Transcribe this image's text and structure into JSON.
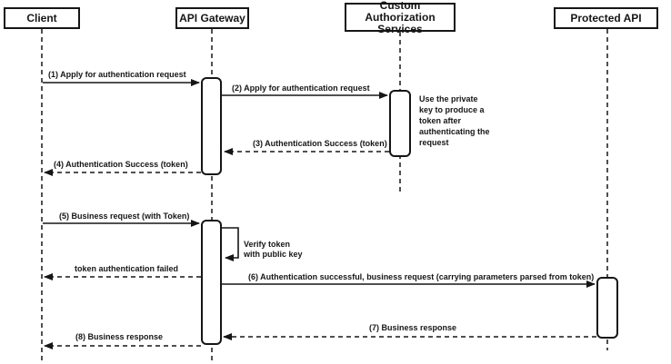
{
  "diagram_type": "sequence-diagram",
  "colors": {
    "stroke": "#161616",
    "background": "#ffffff"
  },
  "participants": [
    {
      "id": "client",
      "label": "Client"
    },
    {
      "id": "api-gateway",
      "label": "API Gateway"
    },
    {
      "id": "custom-auth",
      "label": "Custom Authorization Services"
    },
    {
      "id": "protected-api",
      "label": "Protected API"
    }
  ],
  "messages": [
    {
      "label": "(1) Apply for authentication request",
      "from": "Client",
      "to": "API Gateway",
      "style": "solid"
    },
    {
      "label": "(2) Apply for authentication request",
      "from": "API Gateway",
      "to": "Custom Authorization Services",
      "style": "solid"
    },
    {
      "label": "(3) Authentication Success (token)",
      "from": "Custom Authorization Services",
      "to": "API Gateway",
      "style": "dashed"
    },
    {
      "label": "(4) Authentication Success (token)",
      "from": "API Gateway",
      "to": "Client",
      "style": "dashed"
    },
    {
      "label": "(5) Business request (with Token)",
      "from": "Client",
      "to": "API Gateway",
      "style": "solid"
    },
    {
      "label": "Verify token\nwith public key",
      "from": "API Gateway",
      "to": "API Gateway",
      "style": "self"
    },
    {
      "label": "token authentication failed",
      "from": "API Gateway",
      "to": "Client",
      "style": "dashed"
    },
    {
      "label": "(6) Authentication successful, business request (carrying parameters parsed from token)",
      "from": "API Gateway",
      "to": "Protected API",
      "style": "solid"
    },
    {
      "label": "(7) Business response",
      "from": "Protected API",
      "to": "API Gateway",
      "style": "dashed"
    },
    {
      "label": "(8) Business response",
      "from": "API Gateway",
      "to": "Client",
      "style": "dashed"
    }
  ],
  "notes": [
    {
      "text": "Use the private key to produce a token after authenticating the request",
      "attached_to": "Custom Authorization Services"
    }
  ]
}
